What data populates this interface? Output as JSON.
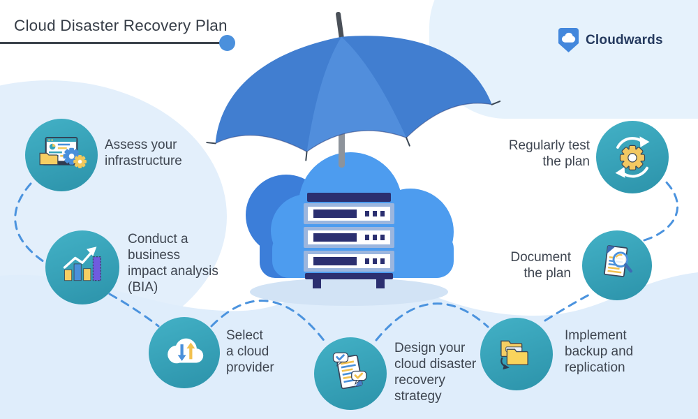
{
  "header": {
    "title": "Cloud Disaster Recovery Plan",
    "brand_name": "Cloudwards"
  },
  "steps": [
    {
      "id": "assess",
      "label": "Assess your\ninfrastructure",
      "icon": "laptop-gears-icon"
    },
    {
      "id": "bia",
      "label": "Conduct a\nbusiness\nimpact analysis\n(BIA)",
      "icon": "bar-chart-growth-icon"
    },
    {
      "id": "provider",
      "label": "Select\na cloud\nprovider",
      "icon": "cloud-transfer-icon"
    },
    {
      "id": "strategy",
      "label": "Design your\ncloud disaster\nrecovery\nstrategy",
      "icon": "checklist-notes-icon"
    },
    {
      "id": "backup",
      "label": "Implement\nbackup and\nreplication",
      "icon": "duplicate-folders-icon"
    },
    {
      "id": "document",
      "label": "Document\nthe plan",
      "icon": "document-magnifier-icon"
    },
    {
      "id": "test",
      "label": "Regularly test\nthe plan",
      "icon": "gear-refresh-icon"
    }
  ],
  "center_illustration": {
    "umbrella": "umbrella-icon",
    "cloud_server": "cloud-server-rack-icon"
  },
  "palette": {
    "teal_circle": "#35a4ba",
    "umbrella_blue": "#4486da",
    "cloud_blue": "#4d9cef",
    "cloud_shadow_blue": "#3c7ed9",
    "navy": "#2b2f70",
    "yellow": "#f2c95c",
    "purple": "#6f5bdf",
    "background_light_blue": "#e3effb",
    "dash_blue": "#4b93de",
    "text_gray": "#3e4550",
    "brand_navy": "#24395e"
  }
}
